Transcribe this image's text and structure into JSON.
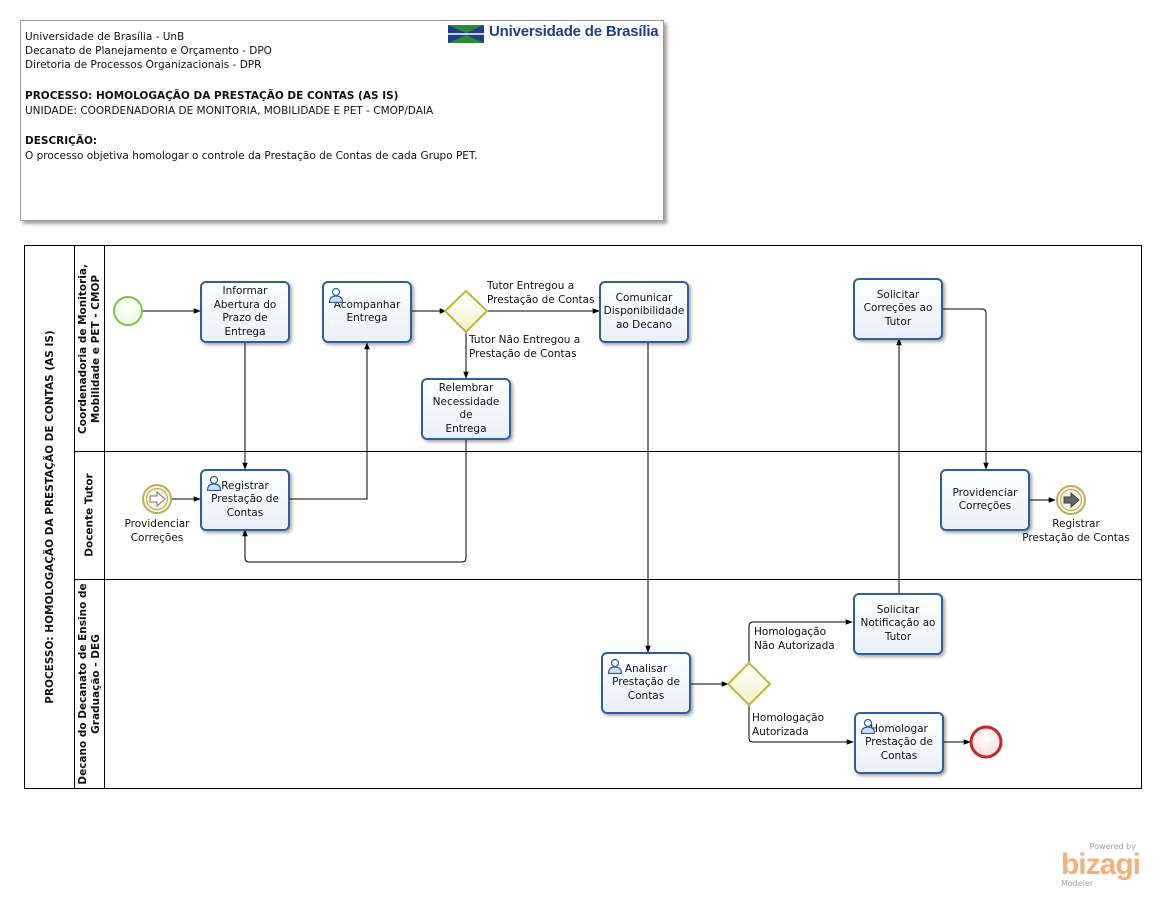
{
  "header": {
    "lines": [
      "Universidade de Brasília - UnB",
      "Decanato de Planejamento e Orçamento - DPO",
      "Diretoria de Processos Organizacionais - DPR"
    ],
    "process_line": "PROCESSO: HOMOLOGAÇÃO DA PRESTAÇÃO DE CONTAS (AS IS)",
    "unit_line": "UNIDADE: COORDENADORIA DE MONITORIA, MOBILIDADE E PET - CMOP/DAIA",
    "description_label": "DESCRIÇÃO:",
    "description_text": "O processo objetiva homologar o controle da Prestação de Contas de cada Grupo PET.",
    "logo_text": "Universidade de Brasília",
    "logo_colors": {
      "blue": "#1e3f86",
      "green": "#2a8a3a"
    }
  },
  "pool": {
    "title": "PROCESSO: HOMOLOGAÇÃO DA PRESTAÇÃO DE CONTAS (AS IS)",
    "lanes": [
      {
        "name": "Coordenadoria de Monitoria,\nMobilidade e PET - CMOP"
      },
      {
        "name": "Docente Tutor"
      },
      {
        "name": "Decano do Decanato de Ensino de\nGraduação - DEG"
      }
    ]
  },
  "tasks": {
    "informar": "Informar\nAbertura do\nPrazo de\nEntrega",
    "acompanhar": "Acompanhar\nEntrega",
    "comunicar": "Comunicar\nDisponibilidade\nao Decano",
    "solicitar_correcoes": "Solicitar\nCorreções ao\nTutor",
    "relembrar": "Relembrar\nNecessidade de\nEntrega",
    "registrar": "Registrar\nPrestação de\nContas",
    "providenciar": "Providenciar\nCorreções",
    "analisar": "Analisar\nPrestação de\nContas",
    "solicitar_notificacao": "Solicitar\nNotificação ao\nTutor",
    "homologar": "Homologar\nPrestação de\nContas"
  },
  "events": {
    "start_message_label": "Providenciar\nCorreções",
    "end_message_label": "Registrar\nPrestação de Contas"
  },
  "flows": {
    "tutor_entregou": "Tutor Entregou a\nPrestação de Contas",
    "tutor_nao_entregou": "Tutor Não Entregou a\nPrestação de Contas",
    "nao_autorizada": "Homologação\nNão Autorizada",
    "autorizada": "Homologação\nAutorizada"
  },
  "colors": {
    "task_border": "#2f5f9a",
    "start_event": "#7fc24a",
    "end_event": "#c0282d",
    "gateway": "#b9b93a",
    "message_event": "#b8b060"
  },
  "watermark": {
    "powered_by": "Powered by",
    "brand": "bizagi",
    "product": "Modeler"
  }
}
